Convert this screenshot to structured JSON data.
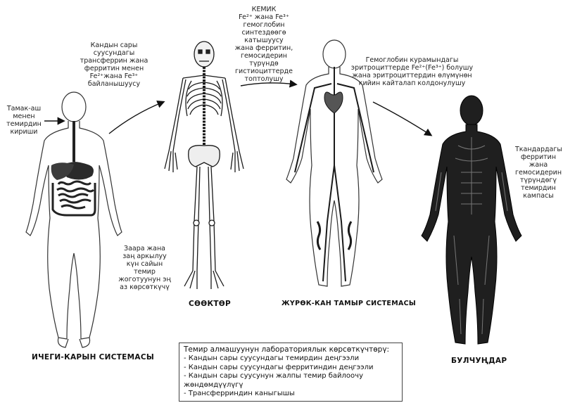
{
  "texts": {
    "intake": "Тамак-аш\nменен\nтемирдин\nкириши",
    "transferrin": "Кандын сары\nсуусундагы\nтрансферрин жана\nферритин менен\nFe²⁺жана Fe³⁺\nбайланышуусу",
    "bone_marrow": "КЕМИК\nFe²⁺ жана Fe³⁺\nгемоглобин\nсинтездөөгө\nкатышуусу\nжана ферритин,\nгемосидерин\nтүрүндө\nгистиоциттерде\nтоптолушу",
    "hemoglobin": "Гемоглобин курамындагы\nэритроциттерде Fe²⁺(Fe³⁺) болушу\nжана эритроциттердин өлүмүнөн\nкийин кайталап колдонулушу",
    "tissues": "Ткандардагы\nферритин\nжана\nгемосидерин\nтүрүндөгү\nтемирдин\nкампасы",
    "losses": "Заара жана\nзаң аркылуу\nкүн сайын\nтемир\nжоготуунун эң\nаз көрсөткүчү"
  },
  "labels": {
    "gi": "ИЧЕГИ-КАРЫН СИСТЕМАСЫ",
    "skeleton": "СӨӨКТӨР",
    "cardio": "ЖҮРӨК-КАН ТАМЫР СИСТЕМАСЫ",
    "muscles": "БУЛЧУҢДАР"
  },
  "infobox": {
    "title": "Темир алмашуунун лабораториялык көрсөткүчтөрү:",
    "items": [
      "- Кандын сары суусундагы темирдин деңгээли",
      "- Кандын сары суусундагы ферритиндин деңгээли",
      "- Кандын сары суусунун жалпы темир байлоочу",
      "жөндөмдүүлүгү",
      "- Трансферриндин каныгышы"
    ]
  }
}
